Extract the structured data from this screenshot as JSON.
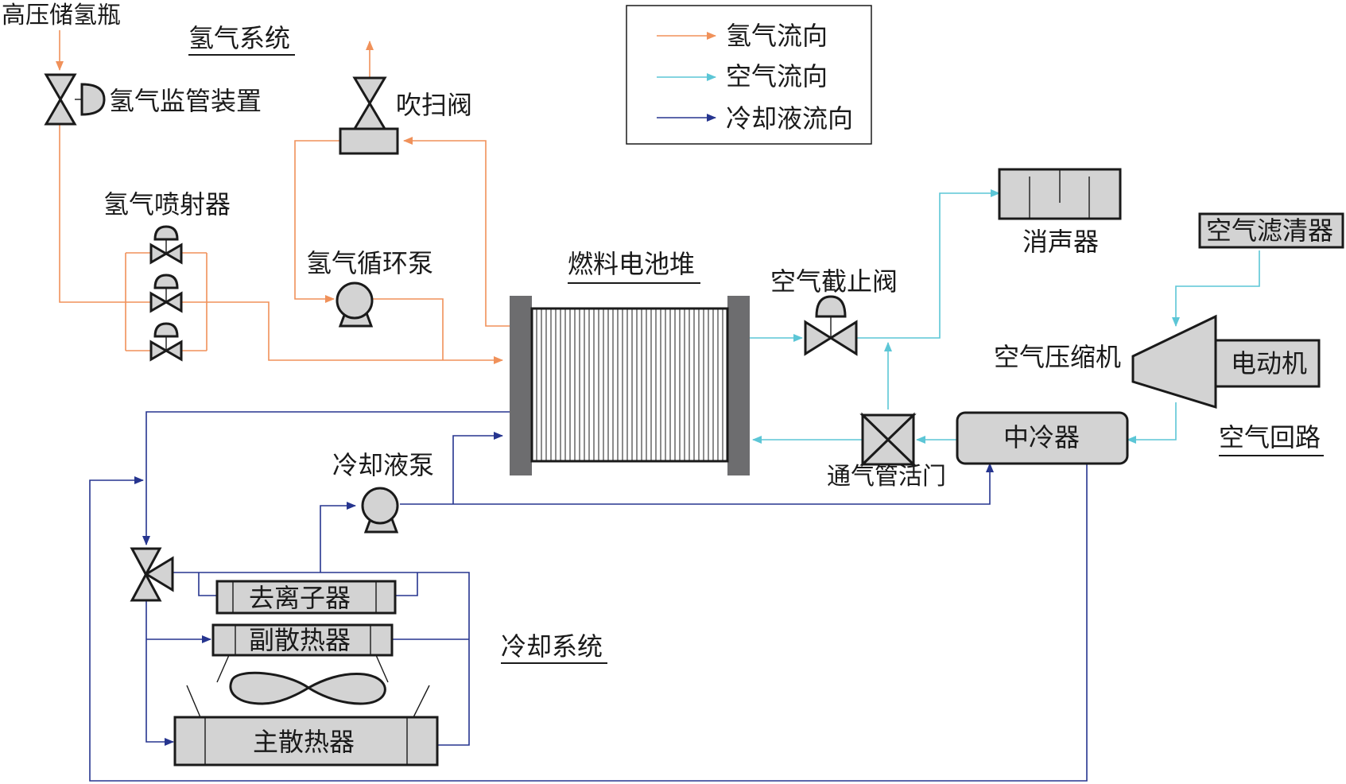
{
  "colors": {
    "hydrogen_flow": "#f0915a",
    "air_flow": "#5cc6d6",
    "coolant_flow": "#26358f",
    "equipment_fill": "#d3d3d3"
  },
  "legend": {
    "hydrogen": "氢气流向",
    "air": "空气流向",
    "coolant": "冷却液流向"
  },
  "sections": {
    "hydrogen_system": "氢气系统",
    "air_loop": "空气回路",
    "cooling_system": "冷却系统"
  },
  "components": {
    "hp_tank": "高压储氢瓶",
    "h2_monitor": "氢气监管装置",
    "purge_valve": "吹扫阀",
    "h2_injector": "氢气喷射器",
    "h2_recirc_pump": "氢气循环泵",
    "stack": "燃料电池堆",
    "air_shutoff": "空气截止阀",
    "muffler": "消声器",
    "air_filter": "空气滤清器",
    "air_compressor": "空气压缩机",
    "motor": "电动机",
    "intercooler": "中冷器",
    "vent_valve": "通气管活门",
    "coolant_pump": "冷却液泵",
    "deionizer": "去离子器",
    "aux_radiator": "副散热器",
    "main_radiator": "主散热器"
  }
}
